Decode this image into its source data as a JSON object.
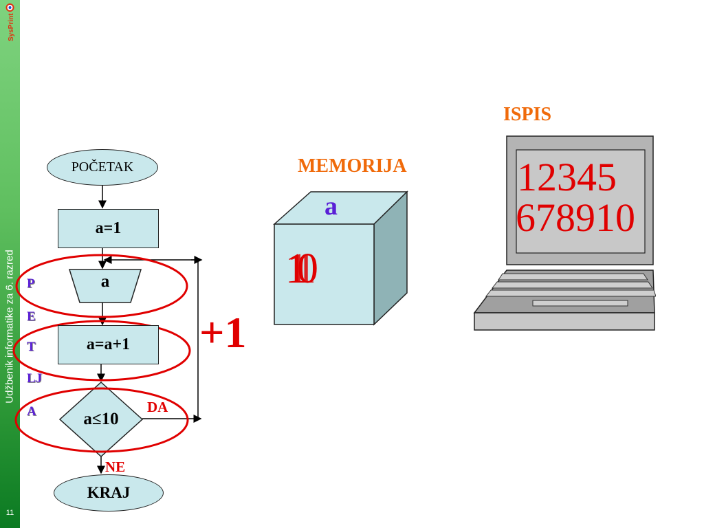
{
  "sidebar": {
    "title": "Udžbenik informatike za 6. razred",
    "page_number": "11"
  },
  "flowchart": {
    "start": "POČETAK",
    "assign": "a=1",
    "input": "a",
    "increment": "a=a+1",
    "condition": "a≤10",
    "yes": "DA",
    "no": "NE",
    "end": "KRAJ",
    "plus_one": "+1",
    "loop_letters": [
      "P",
      "E",
      "T",
      "LJ",
      "A"
    ]
  },
  "memory": {
    "title": "MEMORIJA",
    "variable": "a",
    "value_a": "10",
    "value_b": "11"
  },
  "output": {
    "title": "ISPIS",
    "line1": "12345",
    "line2": "678910"
  },
  "colors": {
    "shape_fill": "#c9e8ec",
    "red": "#e00000",
    "orange": "#f06a0a",
    "purple": "#5a1fd6",
    "green": "#2f9a38"
  }
}
